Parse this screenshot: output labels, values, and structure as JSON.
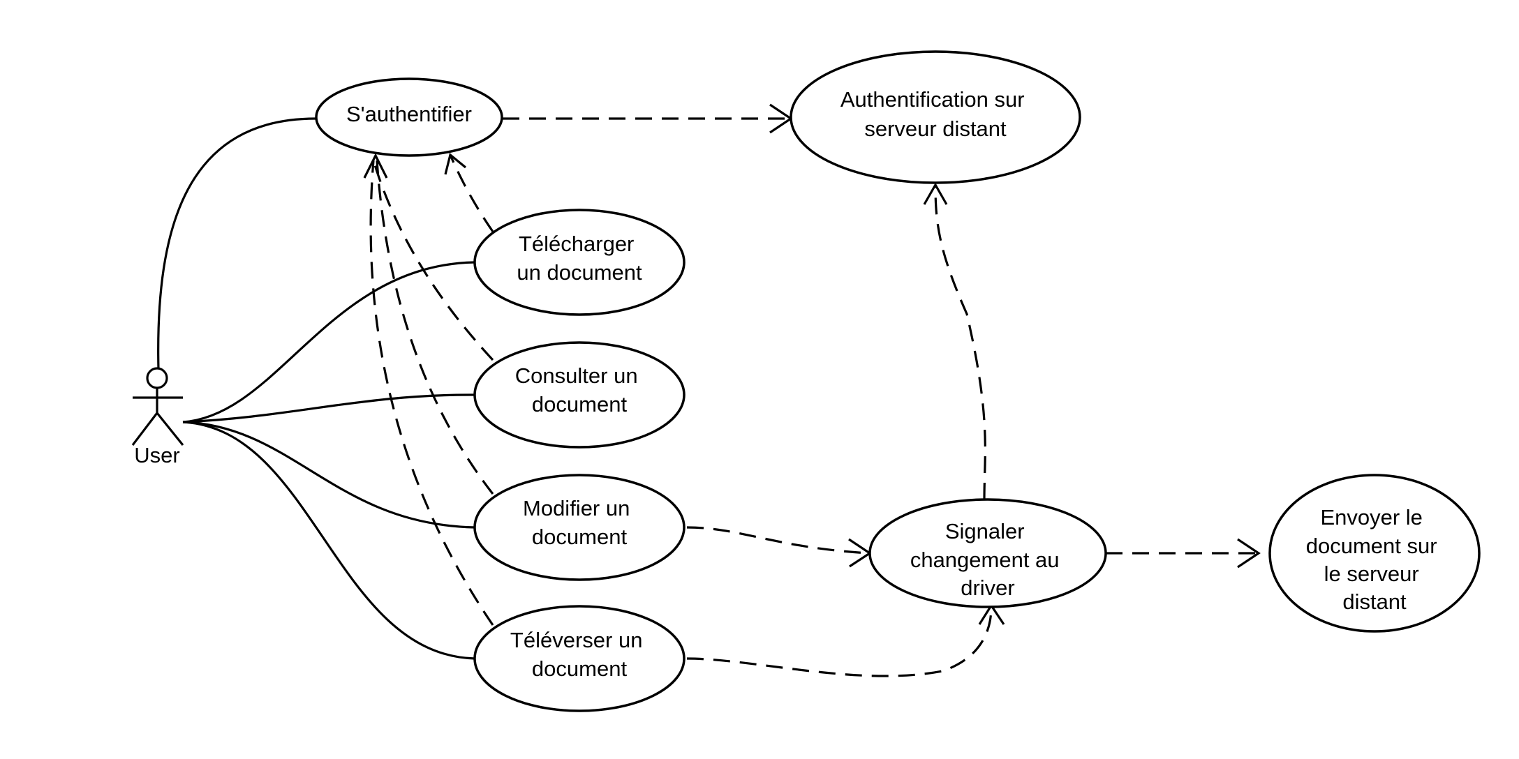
{
  "actor": {
    "label": "User"
  },
  "use_cases": {
    "authenticate": [
      "S'authentifier"
    ],
    "remote_auth": [
      "Authentification sur",
      "serveur distant"
    ],
    "download": [
      "Télécharger",
      "un document"
    ],
    "consult": [
      "Consulter un",
      "document"
    ],
    "modify": [
      "Modifier un",
      "document"
    ],
    "upload": [
      "Téléverser un",
      "document"
    ],
    "signal": [
      "Signaler",
      "changement au",
      "driver"
    ],
    "send": [
      "Envoyer le",
      "document sur",
      "le serveur",
      "distant"
    ]
  },
  "colors": {
    "stroke": "#000000",
    "fill": "#ffffff",
    "background": "#ffffff"
  }
}
